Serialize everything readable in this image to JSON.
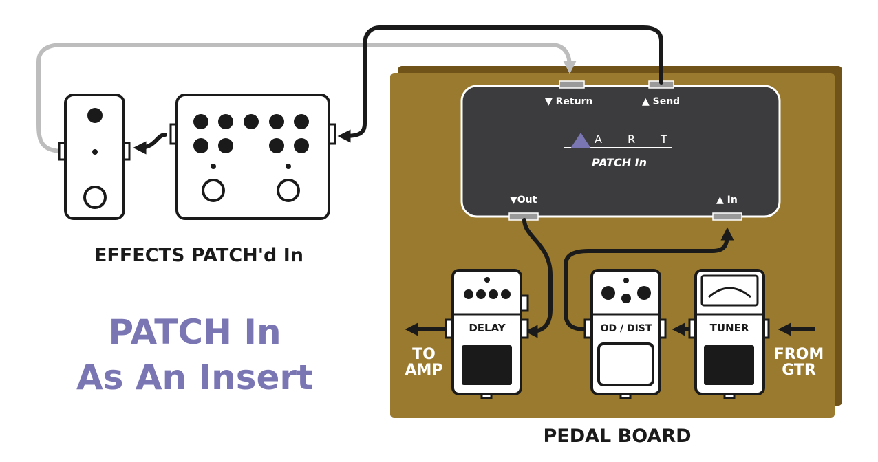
{
  "colors": {
    "board_shadow": "#6f5318",
    "board": "#9a7a2e",
    "patch_body": "#3c3c3e",
    "cable_dark": "#1a1a1a",
    "cable_grey": "#bdbdbd",
    "accent_purple": "#7a76b4",
    "pedal_fill": "#ffffff",
    "pedal_stroke": "#1a1a1a"
  },
  "patch_in": {
    "return_label": "▼ Return",
    "send_label": "▲ Send",
    "out_label": "▼Out",
    "in_label": "▲ In",
    "logo_letters": [
      "A",
      "R",
      "T"
    ],
    "product_label": "PATCH In"
  },
  "pedals": {
    "delay_label": "DELAY",
    "od_label": "OD / DIST",
    "tuner_label": "TUNER"
  },
  "labels": {
    "effects_caption": "EFFECTS PATCH'd In",
    "pedal_board_caption": "PEDAL BOARD",
    "to_amp": [
      "TO",
      "AMP"
    ],
    "from_gtr": [
      "FROM",
      "GTR"
    ],
    "headline": [
      "PATCH In",
      "As An Insert"
    ]
  },
  "icons": [
    "arrow-left-icon",
    "art-triangle-logo-icon",
    "vu-meter-icon"
  ]
}
